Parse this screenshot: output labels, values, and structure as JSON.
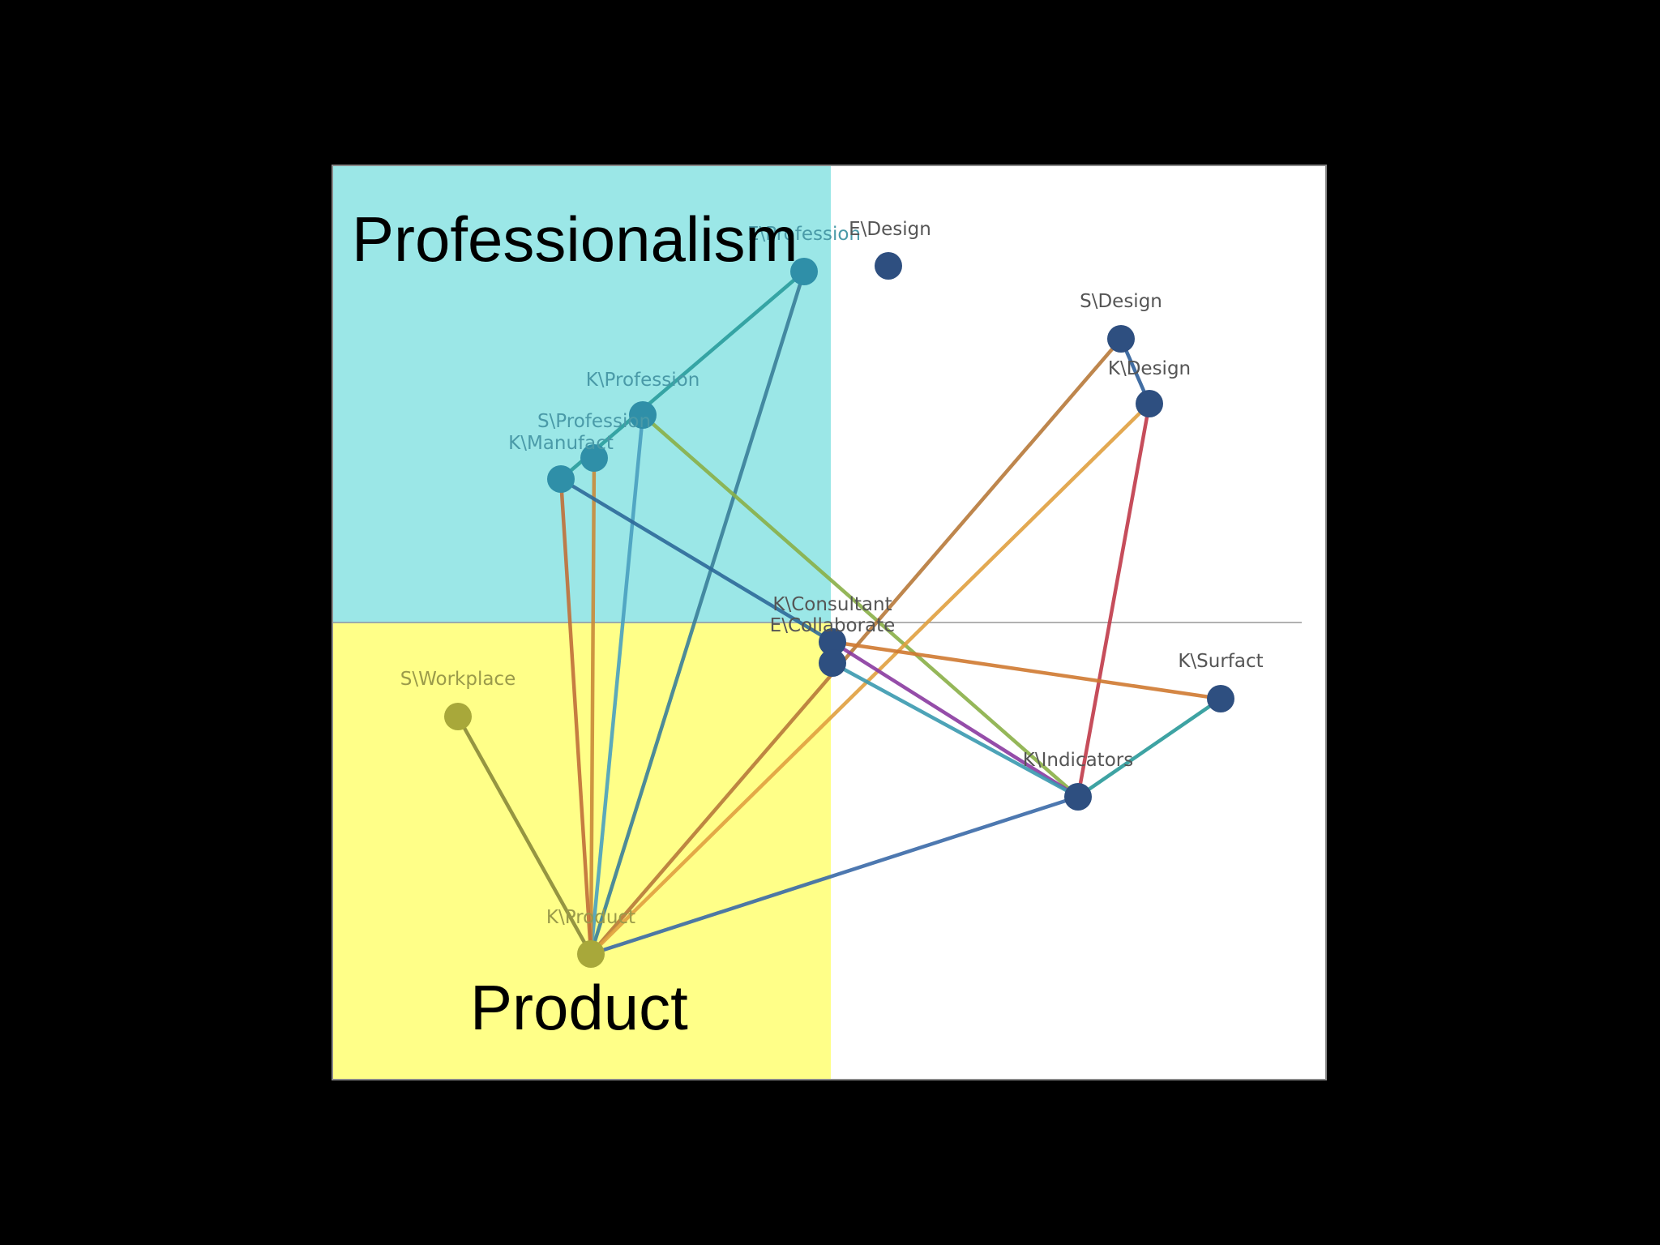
{
  "quadrants": {
    "top_left": {
      "title": "Professionalism",
      "color": "#7fe0e0"
    },
    "bottom_left": {
      "title": "Product",
      "color": "#ffff66"
    }
  },
  "colors": {
    "background": "#000000",
    "panel": "#ffffff",
    "node_dark": "#2e4f80",
    "node_teal": "#2f8fa8",
    "node_olive": "#a8a83a",
    "label_dark": "#555555",
    "label_teal": "#4a9aa8",
    "label_olive": "#9a9a4a"
  },
  "nodes": [
    {
      "id": "e_profession",
      "label": "E\\Profession",
      "tone": "teal"
    },
    {
      "id": "e_design",
      "label": "E\\Design",
      "tone": "dark"
    },
    {
      "id": "s_design",
      "label": "S\\Design",
      "tone": "dark"
    },
    {
      "id": "k_design",
      "label": "K\\Design",
      "tone": "dark"
    },
    {
      "id": "k_profession",
      "label": "K\\Profession",
      "tone": "teal"
    },
    {
      "id": "s_profession",
      "label": "S\\Profession",
      "tone": "teal"
    },
    {
      "id": "k_manufact",
      "label": "K\\Manufact",
      "tone": "teal"
    },
    {
      "id": "k_consultant",
      "label": "K\\Consultant",
      "tone": "dark"
    },
    {
      "id": "e_collaborate",
      "label": "E\\Collaborate",
      "tone": "dark"
    },
    {
      "id": "k_surfact",
      "label": "K\\Surfact",
      "tone": "dark"
    },
    {
      "id": "s_workplace",
      "label": "S\\Workplace",
      "tone": "olive"
    },
    {
      "id": "k_indicators",
      "label": "K\\Indicators",
      "tone": "dark"
    },
    {
      "id": "k_product",
      "label": "K\\Product",
      "tone": "olive"
    }
  ],
  "edges": [
    {
      "from": "e_profession",
      "to": "k_manufact",
      "color": "#2a9d9d"
    },
    {
      "from": "e_profession",
      "to": "k_product",
      "color": "#3a7f9a"
    },
    {
      "from": "k_profession",
      "to": "k_product",
      "color": "#4aa0c0"
    },
    {
      "from": "k_profession",
      "to": "k_indicators",
      "color": "#8ab048"
    },
    {
      "from": "s_profession",
      "to": "k_product",
      "color": "#c98a3a"
    },
    {
      "from": "k_manufact",
      "to": "k_product",
      "color": "#c0703a"
    },
    {
      "from": "k_manufact",
      "to": "k_consultant",
      "color": "#2e6a9a"
    },
    {
      "from": "s_design",
      "to": "k_design",
      "color": "#2e5f9a"
    },
    {
      "from": "s_design",
      "to": "k_product",
      "color": "#b87a3a"
    },
    {
      "from": "k_design",
      "to": "k_product",
      "color": "#e0a040"
    },
    {
      "from": "k_design",
      "to": "k_indicators",
      "color": "#c03a4a"
    },
    {
      "from": "k_consultant",
      "to": "k_surfact",
      "color": "#d07a30"
    },
    {
      "from": "k_consultant",
      "to": "k_indicators",
      "color": "#8a3aa0"
    },
    {
      "from": "e_collaborate",
      "to": "k_indicators",
      "color": "#3a9ab0"
    },
    {
      "from": "k_surfact",
      "to": "k_indicators",
      "color": "#2a9a9a"
    },
    {
      "from": "s_workplace",
      "to": "k_product",
      "color": "#8a8a3a"
    },
    {
      "from": "k_indicators",
      "to": "k_product",
      "color": "#3a6aa8"
    }
  ]
}
